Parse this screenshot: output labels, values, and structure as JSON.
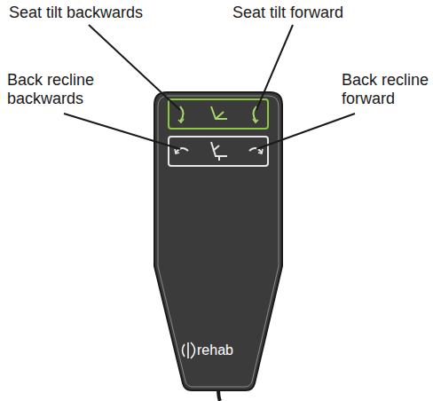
{
  "diagram": {
    "labels": [
      "Seat tilt backwards",
      "Seat tilt forward",
      "Back recline backwards",
      "Back recline forward",
      "rehab"
    ]
  }
}
